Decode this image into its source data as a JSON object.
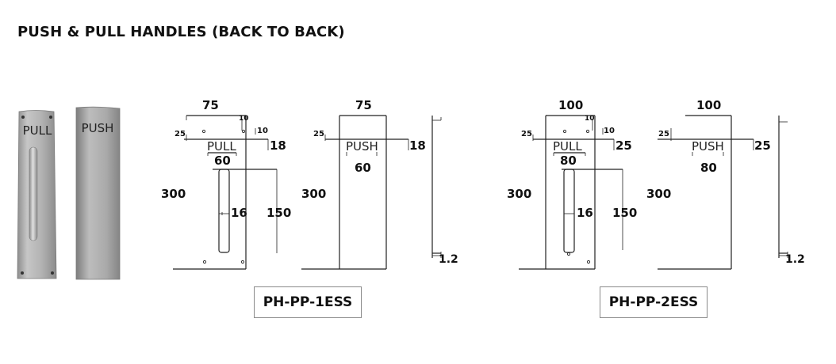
{
  "title": "PUSH & PULL HANDLES (BACK TO BACK)",
  "photo": {
    "pull_text": "PULL",
    "push_text": "PUSH"
  },
  "model1": {
    "code": "PH-PP-1ESS",
    "pull": {
      "width": "75",
      "hole_offset_top": "10",
      "hole_offset_side": "10",
      "top_margin": "25",
      "text": "PULL",
      "text_height": "18",
      "text_width": "60",
      "height": "300",
      "grip_width": "16",
      "grip_length": "150"
    },
    "push": {
      "width": "75",
      "top_margin": "25",
      "text": "PUSH",
      "text_height": "18",
      "text_width": "60",
      "height": "300"
    },
    "side": {
      "thickness": "1.2"
    }
  },
  "model2": {
    "code": "PH-PP-2ESS",
    "pull": {
      "width": "100",
      "hole_offset_top": "10",
      "hole_offset_side": "10",
      "top_margin": "25",
      "text": "PULL",
      "text_height": "25",
      "text_width": "80",
      "height": "300",
      "grip_width": "16",
      "grip_length": "150"
    },
    "push": {
      "width": "100",
      "top_margin": "25",
      "text": "PUSH",
      "text_height": "25",
      "text_width": "80",
      "height": "300"
    },
    "side": {
      "thickness": "1.2"
    }
  },
  "colors": {
    "plate_light": "#c9c9c9",
    "plate_dark": "#8f8f8f",
    "line": "#222222"
  }
}
